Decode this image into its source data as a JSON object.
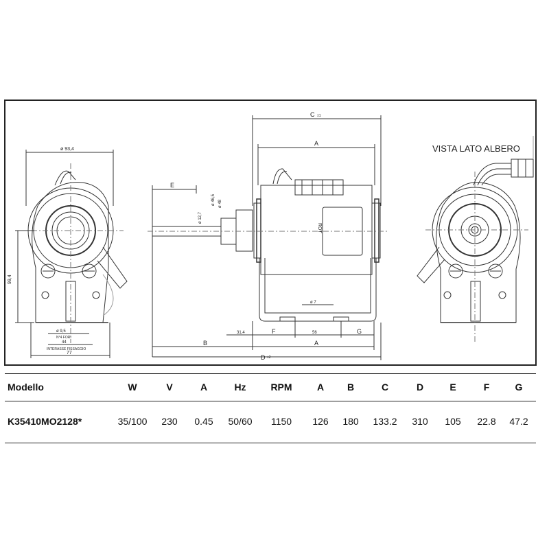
{
  "drawing": {
    "side_view_title": "VISTA LATO ALBERO",
    "front_labels": {
      "width_top": "ø 93,4",
      "height": "99,4",
      "slot": "ø 9,5",
      "slot_note": "N°4 FORI",
      "spacing": "44",
      "spacing_note": "INTERASSE FISSAGGIO",
      "width_bottom": "77"
    },
    "shaft_labels": {
      "C": "C",
      "C_tol": "±1",
      "A": "A",
      "E": "E",
      "shaft_dia1": "ø 12,7",
      "shaft_dia2": "ø 46,5",
      "shaft_dia3": "ø 48",
      "hole": "ø 7",
      "left_dim": "31,4",
      "center_dim": "56",
      "F": "F",
      "G": "G",
      "B": "B",
      "A2": "A",
      "D": "D",
      "D_tol": "±2",
      "label_plate": "ROT"
    }
  },
  "table": {
    "headers": [
      "Modello",
      "W",
      "V",
      "A",
      "Hz",
      "RPM",
      "A",
      "B",
      "C",
      "D",
      "E",
      "F",
      "G"
    ],
    "rows": [
      [
        "K35410MO2128*",
        "35/100",
        "230",
        "0.45",
        "50/60",
        "1150",
        "126",
        "180",
        "133.2",
        "310",
        "105",
        "22.8",
        "47.2"
      ]
    ]
  }
}
